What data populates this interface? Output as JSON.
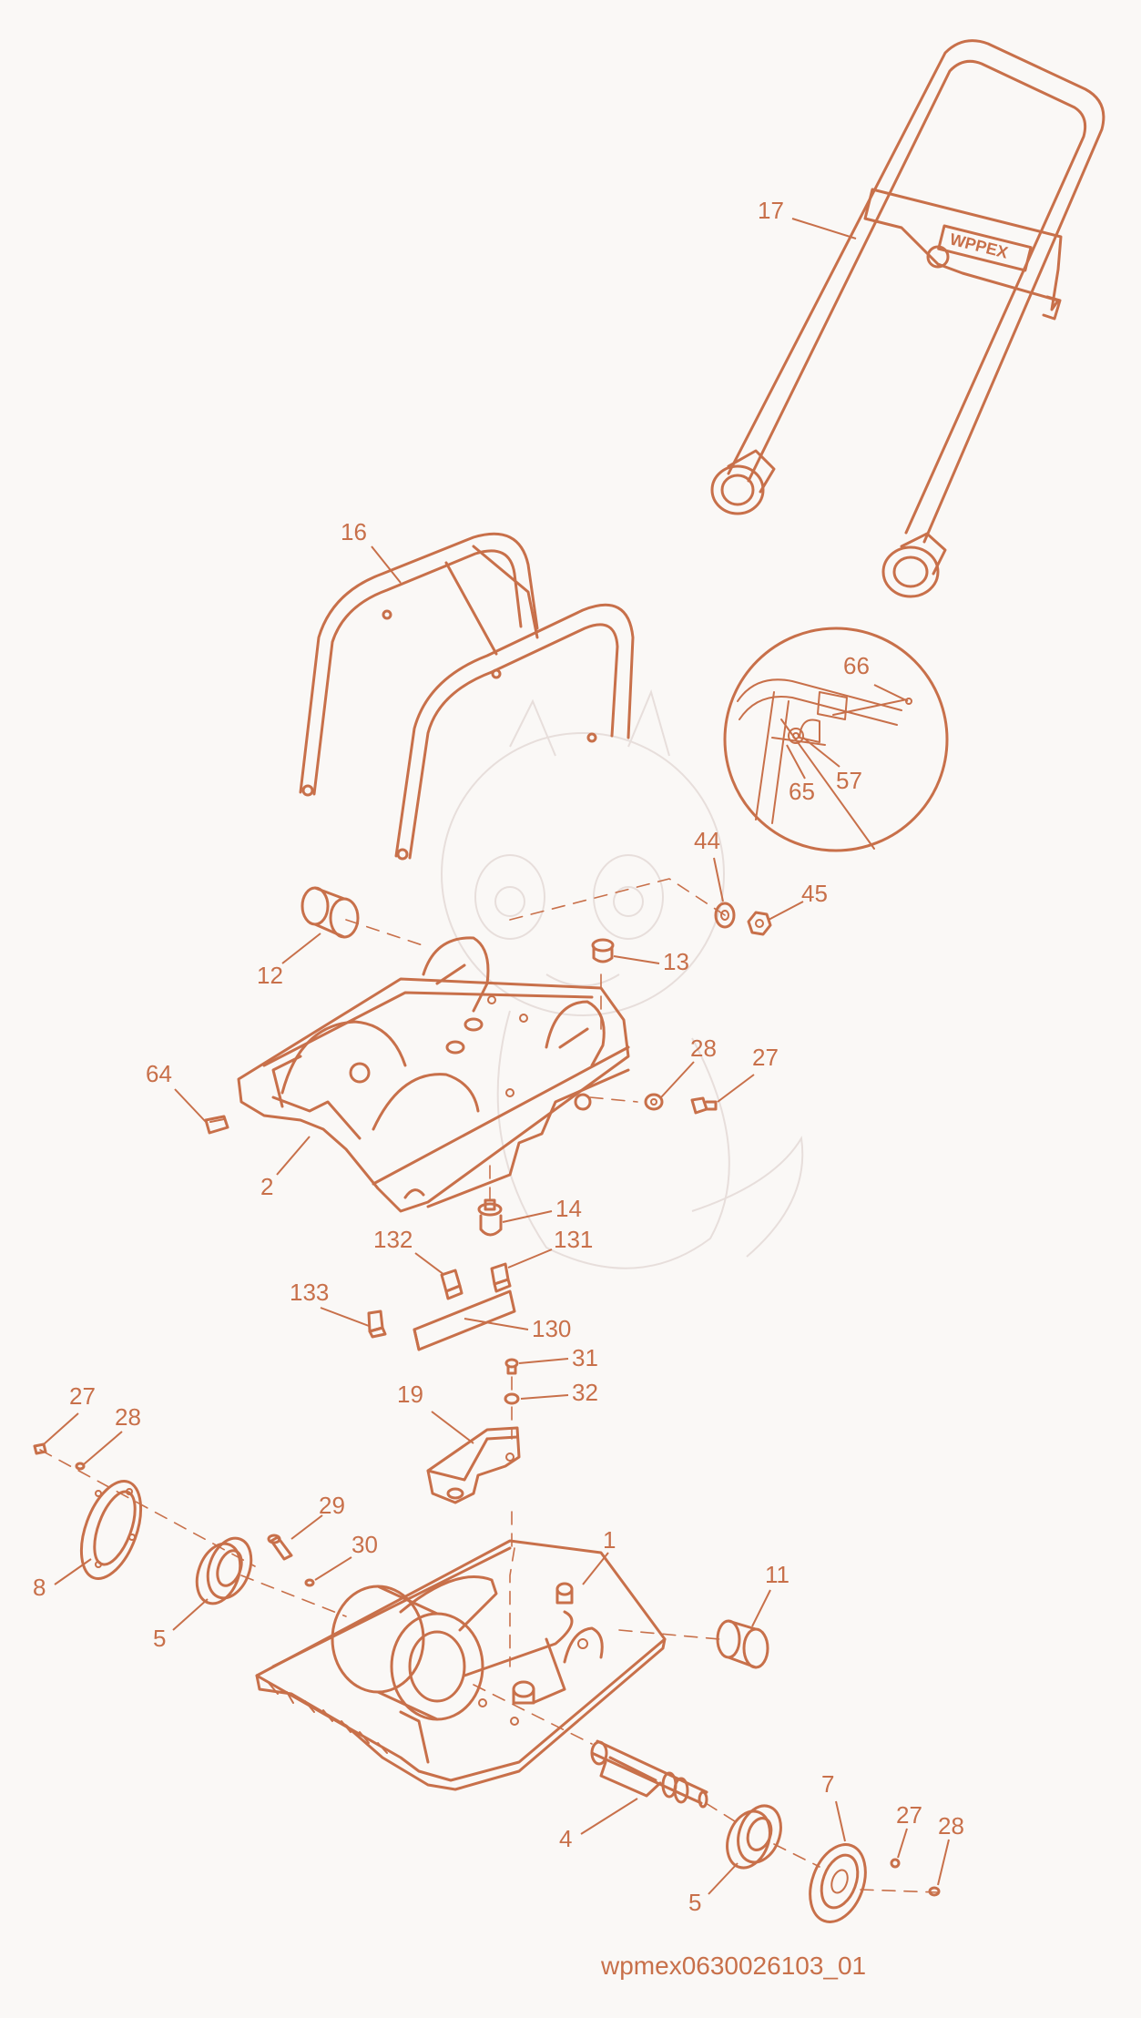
{
  "colors": {
    "line": "#c8704a",
    "background": "#faf8f6",
    "watermark": "#e7dedb"
  },
  "drawing_code": "wpmex0630026103_01",
  "handle_logo": "WPPEX",
  "callouts": [
    {
      "id": "c17",
      "label": "17"
    },
    {
      "id": "c16",
      "label": "16"
    },
    {
      "id": "c66",
      "label": "66"
    },
    {
      "id": "c65",
      "label": "65"
    },
    {
      "id": "c57",
      "label": "57"
    },
    {
      "id": "c44",
      "label": "44"
    },
    {
      "id": "c45",
      "label": "45"
    },
    {
      "id": "c12",
      "label": "12"
    },
    {
      "id": "c13",
      "label": "13"
    },
    {
      "id": "c28a",
      "label": "28"
    },
    {
      "id": "c27a",
      "label": "27"
    },
    {
      "id": "c64",
      "label": "64"
    },
    {
      "id": "c2",
      "label": "2"
    },
    {
      "id": "c14",
      "label": "14"
    },
    {
      "id": "c132",
      "label": "132"
    },
    {
      "id": "c131",
      "label": "131"
    },
    {
      "id": "c133",
      "label": "133"
    },
    {
      "id": "c130",
      "label": "130"
    },
    {
      "id": "c31",
      "label": "31"
    },
    {
      "id": "c32",
      "label": "32"
    },
    {
      "id": "c27b",
      "label": "27"
    },
    {
      "id": "c28b",
      "label": "28"
    },
    {
      "id": "c19",
      "label": "19"
    },
    {
      "id": "c8",
      "label": "8"
    },
    {
      "id": "c29",
      "label": "29"
    },
    {
      "id": "c30",
      "label": "30"
    },
    {
      "id": "c1",
      "label": "1"
    },
    {
      "id": "c11",
      "label": "11"
    },
    {
      "id": "c5a",
      "label": "5"
    },
    {
      "id": "c4",
      "label": "4"
    },
    {
      "id": "c7",
      "label": "7"
    },
    {
      "id": "c27c",
      "label": "27"
    },
    {
      "id": "c28c",
      "label": "28"
    },
    {
      "id": "c5b",
      "label": "5"
    }
  ]
}
